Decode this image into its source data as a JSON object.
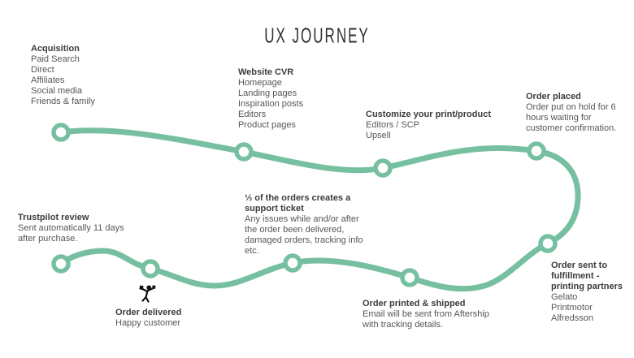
{
  "title": "UX Journey",
  "colors": {
    "path": "#76c0a1",
    "node_fill": "#ffffff",
    "heading_text": "#3c3c3c",
    "body_text": "#565656",
    "icon": "#111111"
  },
  "steps": [
    {
      "id": "acquisition",
      "heading": "Acquisition",
      "lines": [
        "Paid Search",
        "Direct",
        "Affiliates",
        "Social media",
        "Friends & family"
      ]
    },
    {
      "id": "website-cvr",
      "heading": "Website CVR",
      "lines": [
        "Homepage",
        "Landing pages",
        "Inspiration posts",
        "Editors",
        "Product pages"
      ]
    },
    {
      "id": "customize",
      "heading": "Customize your print/product",
      "lines": [
        "Editors / SCP",
        "Upsell"
      ]
    },
    {
      "id": "order-placed",
      "heading": "Order placed",
      "body": "Order put on hold for 6 hours waiting for customer confirmation."
    },
    {
      "id": "fulfillment",
      "heading": "Order sent to fulfillment - printing partners",
      "lines": [
        "Gelato",
        "Printmotor",
        "Alfredsson"
      ]
    },
    {
      "id": "printed-shipped",
      "heading": "Order printed & shipped",
      "body": "Email will be sent from Aftership with tracking details."
    },
    {
      "id": "support-ticket",
      "heading": "⅓ of the orders creates a support ticket",
      "body": "Any issues while and/or after the order been delivered, damaged orders, tracking info etc."
    },
    {
      "id": "order-delivered",
      "heading": "Order delivered",
      "lines": [
        "Happy customer"
      ],
      "icon": "happy-customer-icon"
    },
    {
      "id": "trustpilot",
      "heading": "Trustpilot review",
      "body": "Sent automatically 11 days after purchase."
    }
  ]
}
